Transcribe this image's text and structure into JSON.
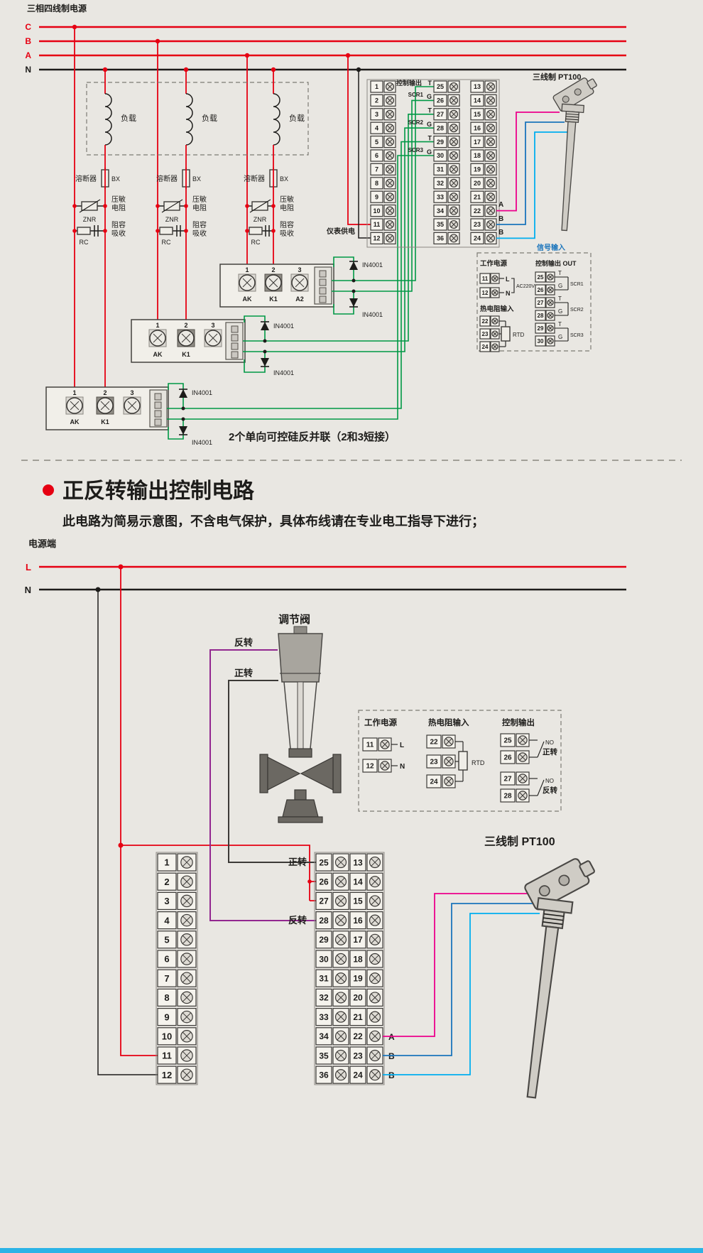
{
  "colors": {
    "bg": "#e9e7e2",
    "ink": "#1d1c1a",
    "red": "#e60012",
    "green": "#009845",
    "magenta": "#ec008c",
    "blue": "#1b75bc",
    "cyan": "#00aeef",
    "purple": "#92278f",
    "dark": "#3c3a37",
    "bar": "#2bb3e6"
  },
  "terminals": {
    "col1": [
      "1",
      "2",
      "3",
      "4",
      "5",
      "6",
      "7",
      "8",
      "9",
      "10",
      "11",
      "12"
    ],
    "col2": [
      "25",
      "26",
      "27",
      "28",
      "29",
      "30",
      "31",
      "32",
      "33",
      "34",
      "35",
      "36"
    ],
    "col3": [
      "13",
      "14",
      "15",
      "16",
      "17",
      "18",
      "19",
      "20",
      "21",
      "22",
      "23",
      "24"
    ]
  },
  "top": {
    "title": "三相四线制电源",
    "phase_c": "C",
    "phase_b": "B",
    "phase_a": "A",
    "phase_n": "N",
    "load": "负载",
    "fuse": "溶断器",
    "fuse_code": "BX",
    "varistor_1": "压敏",
    "varistor_2": "电阻",
    "varistor_code": "ZNR",
    "rc_1": "阻容",
    "rc_2": "吸收",
    "rc_code": "RC",
    "m1": "1",
    "m2": "2",
    "m3": "3",
    "ak": "AK",
    "k1": "K1",
    "a2": "A2",
    "diode": "IN4001",
    "out_header": "控制输出",
    "t": "T",
    "g": "G",
    "scr1": "SCR1",
    "scr2": "SCR2",
    "scr3": "SCR3",
    "a": "A",
    "b": "B",
    "meter_power": "仪表供电",
    "signal_input": "信号输入",
    "pt100": "三线制 PT100",
    "caption": "2个单向可控硅反并联（2和3短接）"
  },
  "legend_top": {
    "power_title": "工作电源",
    "power_nums": [
      "11",
      "12"
    ],
    "l": "L",
    "n": "N",
    "ac": "AC220V",
    "rtd_title": "热电阻输入",
    "rtd_nums": [
      "22",
      "23",
      "24"
    ],
    "rtd": "RTD",
    "out_title": "控制输出 OUT",
    "out_nums": [
      "25",
      "26",
      "27",
      "28",
      "29",
      "30"
    ],
    "t": "T",
    "g": "G",
    "scr1": "SCR1",
    "scr2": "SCR2",
    "scr3": "SCR3"
  },
  "section2": {
    "title": "正反转输出控制电路",
    "subtitle": "此电路为简易示意图，不含电气保护，具体布线请在专业电工指导下进行；",
    "power_end": "电源端",
    "l": "L",
    "n": "N",
    "valve": "调节阀",
    "forward": "正转",
    "reverse": "反转",
    "pt100": "三线制  PT100",
    "a": "A",
    "b": "B"
  },
  "legend_bottom": {
    "power_title": "工作电源",
    "power_nums": [
      "11",
      "12"
    ],
    "l": "L",
    "n": "N",
    "rtd_title": "热电阻输入",
    "rtd_nums": [
      "22",
      "23",
      "24"
    ],
    "rtd": "RTD",
    "out_title": "控制输出",
    "out_nums": [
      "25",
      "26",
      "27",
      "28"
    ],
    "no": "NO",
    "forward": "正转",
    "reverse": "反转"
  }
}
